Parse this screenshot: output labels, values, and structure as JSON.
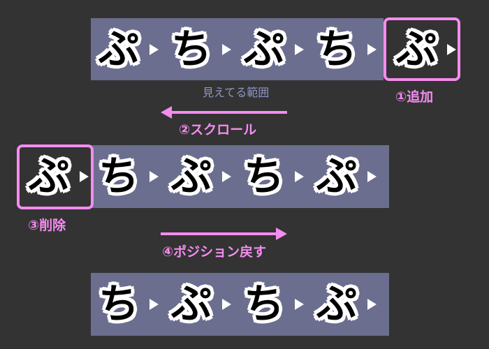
{
  "colors": {
    "background": "#333333",
    "strip": "#6b6e8e",
    "accent": "#f58cf0",
    "view_label": "#8f95c9"
  },
  "row1": {
    "items": [
      {
        "char": "ぷ"
      },
      {
        "char": "ち"
      },
      {
        "char": "ぷ"
      },
      {
        "char": "ち"
      },
      {
        "char": "ぷ"
      }
    ],
    "visible_range_label": "見えてる範囲",
    "highlight_label": "①追加"
  },
  "step2": {
    "label": "②スクロール",
    "arrow_direction": "left"
  },
  "row2": {
    "items": [
      {
        "char": "ぷ"
      },
      {
        "char": "ち"
      },
      {
        "char": "ぷ"
      },
      {
        "char": "ち"
      },
      {
        "char": "ぷ"
      }
    ],
    "highlight_label": "③削除"
  },
  "step4": {
    "label": "④ポジション戻す",
    "arrow_direction": "right"
  },
  "row3": {
    "items": [
      {
        "char": "ち"
      },
      {
        "char": "ぷ"
      },
      {
        "char": "ち"
      },
      {
        "char": "ぷ"
      }
    ]
  }
}
